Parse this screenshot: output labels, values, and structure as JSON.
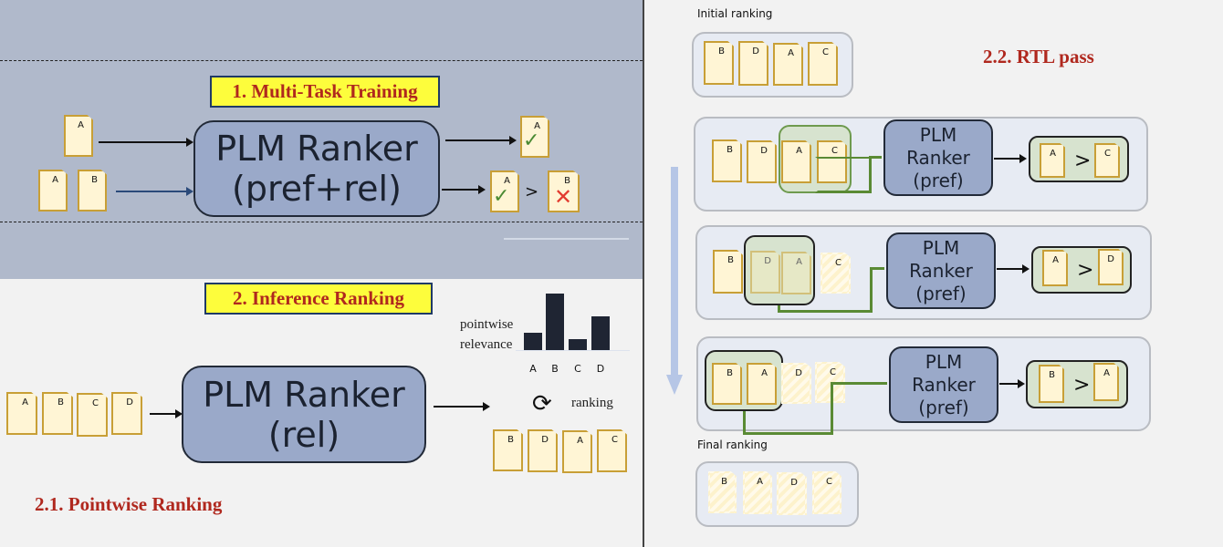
{
  "training": {
    "title": "1. Multi-Task Training",
    "ranker_line1": "PLM Ranker",
    "ranker_line2": "(pref+rel)",
    "single_input": "A",
    "pair_inputs": [
      "A",
      "B"
    ],
    "single_output": {
      "doc": "A",
      "mark": "check-icon"
    },
    "pair_output": {
      "left": "A",
      "left_mark": "check-icon",
      "op": ">",
      "right": "B",
      "right_mark": "cross-icon"
    }
  },
  "inference": {
    "title": "2. Inference Ranking",
    "pointwise_title": "2.1. Pointwise Ranking",
    "ranker_line1": "PLM Ranker",
    "ranker_line2": "(rel)",
    "inputs": [
      "A",
      "B",
      "C",
      "D"
    ],
    "relevance_label_1": "pointwise",
    "relevance_label_2": "relevance",
    "ranking_label": "ranking",
    "ranked_output": [
      "B",
      "D",
      "A",
      "C"
    ]
  },
  "chart_data": {
    "type": "bar",
    "title": "pointwise relevance",
    "categories": [
      "A",
      "B",
      "C",
      "D"
    ],
    "values": [
      0.3,
      1.0,
      0.2,
      0.6
    ],
    "xlabel": "",
    "ylabel": "pointwise relevance"
  },
  "rtl": {
    "title": "2.2. RTL pass",
    "initial_label": "Initial ranking",
    "initial": [
      "B",
      "D",
      "A",
      "C"
    ],
    "final_label": "Final ranking",
    "final": [
      "B",
      "A",
      "D",
      "C"
    ],
    "ranker_line1": "PLM",
    "ranker_line2": "Ranker",
    "ranker_line3": "(pref)",
    "steps": [
      {
        "docs": [
          "B",
          "D",
          "A",
          "C"
        ],
        "compare": [
          "A",
          "C"
        ],
        "result": {
          "left": "A",
          "op": ">",
          "right": "C"
        }
      },
      {
        "docs": [
          "B",
          "D",
          "A",
          "C"
        ],
        "compare": [
          "D",
          "A"
        ],
        "result": {
          "left": "A",
          "op": ">",
          "right": "D"
        }
      },
      {
        "docs": [
          "B",
          "A",
          "D",
          "C"
        ],
        "compare": [
          "B",
          "A"
        ],
        "result": {
          "left": "B",
          "op": ">",
          "right": "A"
        }
      }
    ]
  }
}
